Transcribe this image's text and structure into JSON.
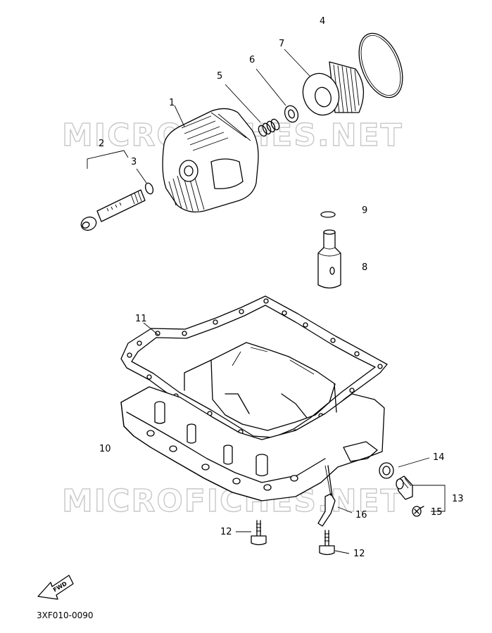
{
  "watermark": "MICROFICHES.NET",
  "diagram_code": "3XF010-0090",
  "fwd_label": "FWD",
  "callouts": [
    "1",
    "2",
    "3",
    "4",
    "5",
    "6",
    "7",
    "8",
    "9",
    "10",
    "11",
    "12",
    "12",
    "13",
    "14",
    "15",
    "16"
  ]
}
